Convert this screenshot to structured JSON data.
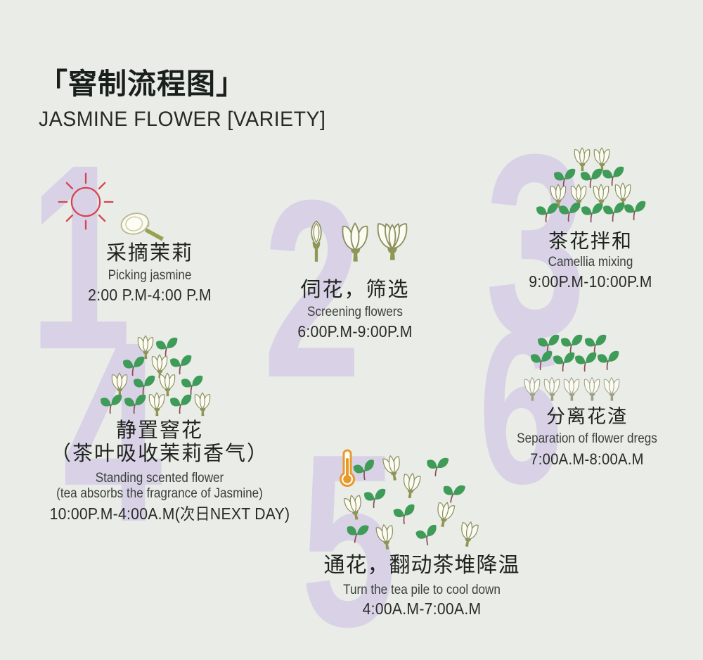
{
  "page": {
    "title": "「窨制流程图」",
    "subtitle": "JASMINE FLOWER [VARIETY]"
  },
  "colors": {
    "background": "#e9ece7",
    "step_number": "#d9d2e7",
    "title_text": "#191f1a",
    "body_text": "#272b26",
    "leaf_green": "#3e9b58",
    "leaf_stem": "#8c4d57",
    "flower_outline": "#8c9162",
    "flower_fill": "#fcfbf2",
    "flower_stem": "#8f9553",
    "flower_pale_outline": "#a7aa95",
    "sun_red": "#d5444e",
    "thermometer_orange": "#e79a28"
  },
  "steps": [
    {
      "number": "1",
      "title_cn": "采摘茉莉",
      "subtitle_en": "Picking jasmine",
      "time": "2:00 P.M-4:00 P.M",
      "icons": [
        "sun-icon",
        "jasmine-bud-icon"
      ]
    },
    {
      "number": "2",
      "title_cn": "伺花，筛选",
      "subtitle_en": "Screening flowers",
      "time": "6:00P.M-9:00P.M",
      "icons": [
        "jasmine-bud-closed-icon",
        "jasmine-flower-half-open-icon",
        "jasmine-flower-open-icon"
      ]
    },
    {
      "number": "3",
      "title_cn": "茶花拌和",
      "subtitle_en": "Camellia mixing",
      "time": "9:00P.M-10:00P.M",
      "icons": [
        "jasmine-flower-icon",
        "tea-leaf-icon"
      ]
    },
    {
      "number": "4",
      "title_cn": "静置窨花",
      "title_cn2": "（茶叶吸收茉莉香气）",
      "subtitle_en": "Standing scented flower",
      "subtitle_en2": "(tea absorbs the fragrance of Jasmine)",
      "time": "10:00P.M-4:00A.M(次日NEXT DAY)",
      "icons": [
        "jasmine-flower-icon",
        "tea-leaf-icon"
      ]
    },
    {
      "number": "5",
      "title_cn": "通花，翻动茶堆降温",
      "subtitle_en": "Turn the tea pile to cool down",
      "time": "4:00A.M-7:00A.M",
      "icons": [
        "thermometer-icon",
        "jasmine-flower-icon",
        "tea-leaf-icon"
      ]
    },
    {
      "number": "6",
      "title_cn": "分离花渣",
      "subtitle_en": "Separation of flower dregs",
      "time": "7:00A.M-8:00A.M",
      "icons": [
        "tea-leaf-icon",
        "jasmine-flower-pale-icon"
      ]
    }
  ]
}
